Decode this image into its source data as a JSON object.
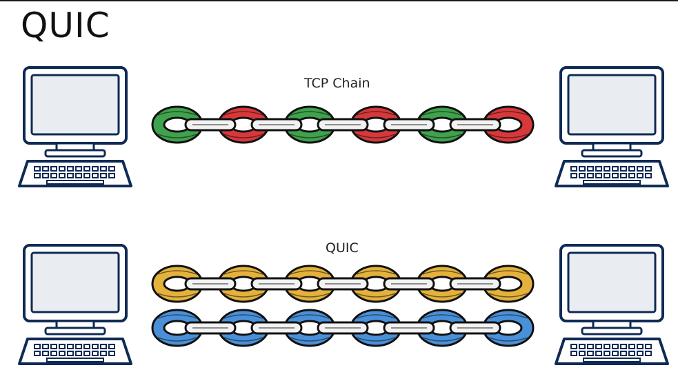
{
  "title": "QUIC",
  "tcp_row": {
    "caption": "TCP Chain",
    "link_colors": [
      "#3fa24c",
      "#d9383b",
      "#3fa24c",
      "#d9383b",
      "#3fa24c",
      "#d9383b"
    ]
  },
  "quic_row": {
    "caption": "QUIC",
    "stream_colors": [
      [
        "#e4b23c",
        "#e4b23c",
        "#e4b23c",
        "#e4b23c",
        "#e4b23c",
        "#e4b23c"
      ],
      [
        "#4a90d9",
        "#4a90d9",
        "#4a90d9",
        "#4a90d9",
        "#4a90d9",
        "#4a90d9"
      ]
    ]
  },
  "colors": {
    "outline": "#0f2a55",
    "screen": "#e9edf1",
    "link_bar": "#f2f2f2"
  },
  "icons": [
    "computer-icon",
    "chain-icon"
  ]
}
